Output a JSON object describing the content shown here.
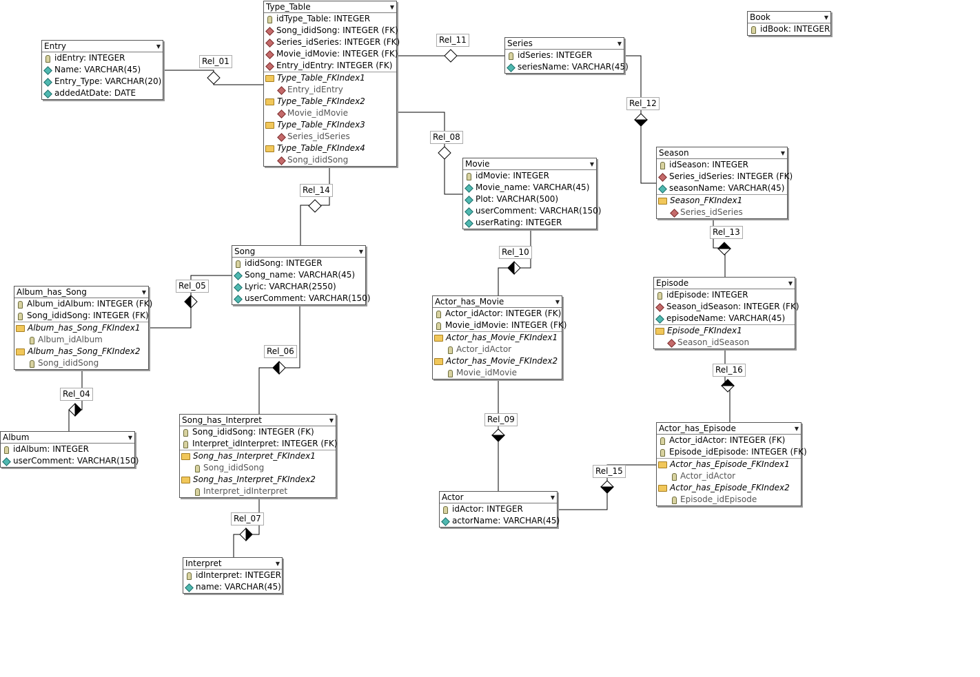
{
  "tables": {
    "type_table": {
      "name": "Type_Table",
      "columns": [
        {
          "icon": "key-icon",
          "text": "idType_Table: INTEGER"
        },
        {
          "icon": "fk-diamond-icon",
          "text": "Song_ididSong: INTEGER (FK)"
        },
        {
          "icon": "fk-diamond-icon",
          "text": "Series_idSeries: INTEGER (FK)"
        },
        {
          "icon": "fk-diamond-icon",
          "text": "Movie_idMovie: INTEGER (FK)"
        },
        {
          "icon": "fk-diamond-icon",
          "text": "Entry_idEntry: INTEGER (FK)"
        }
      ],
      "indexes": [
        {
          "name": "Type_Table_FKIndex1",
          "column": "Entry_idEntry",
          "column_icon": "fk-diamond-icon"
        },
        {
          "name": "Type_Table_FKIndex2",
          "column": "Movie_idMovie",
          "column_icon": "fk-diamond-icon"
        },
        {
          "name": "Type_Table_FKIndex3",
          "column": "Series_idSeries",
          "column_icon": "fk-diamond-icon"
        },
        {
          "name": "Type_Table_FKIndex4",
          "column": "Song_ididSong",
          "column_icon": "fk-diamond-icon"
        }
      ]
    },
    "entry": {
      "name": "Entry",
      "columns": [
        {
          "icon": "key-icon",
          "text": "idEntry: INTEGER"
        },
        {
          "icon": "pk-diamond-icon",
          "text": "Name: VARCHAR(45)"
        },
        {
          "icon": "pk-diamond-icon",
          "text": "Entry_Type: VARCHAR(20)"
        },
        {
          "icon": "pk-diamond-icon",
          "text": "addedAtDate: DATE"
        }
      ],
      "indexes": []
    },
    "series": {
      "name": "Series",
      "columns": [
        {
          "icon": "key-icon",
          "text": "idSeries: INTEGER"
        },
        {
          "icon": "pk-diamond-icon",
          "text": "seriesName: VARCHAR(45)"
        }
      ],
      "indexes": []
    },
    "book": {
      "name": "Book",
      "columns": [
        {
          "icon": "key-icon",
          "text": "idBook: INTEGER"
        }
      ],
      "indexes": []
    },
    "season": {
      "name": "Season",
      "columns": [
        {
          "icon": "key-icon",
          "text": "idSeason: INTEGER"
        },
        {
          "icon": "fk-diamond-icon",
          "text": "Series_idSeries: INTEGER (FK)"
        },
        {
          "icon": "pk-diamond-icon",
          "text": "seasonName: VARCHAR(45)"
        }
      ],
      "indexes": [
        {
          "name": "Season_FKIndex1",
          "column": "Series_idSeries",
          "column_icon": "fk-diamond-icon"
        }
      ]
    },
    "movie": {
      "name": "Movie",
      "columns": [
        {
          "icon": "key-icon",
          "text": "idMovie: INTEGER"
        },
        {
          "icon": "pk-diamond-icon",
          "text": "Movie_name: VARCHAR(45)"
        },
        {
          "icon": "pk-diamond-icon",
          "text": "Plot: VARCHAR(500)"
        },
        {
          "icon": "pk-diamond-icon",
          "text": "userComment: VARCHAR(150)"
        },
        {
          "icon": "pk-diamond-icon",
          "text": "userRating: INTEGER"
        }
      ],
      "indexes": []
    },
    "song": {
      "name": "Song",
      "columns": [
        {
          "icon": "key-icon",
          "text": "ididSong: INTEGER"
        },
        {
          "icon": "pk-diamond-icon",
          "text": "Song_name: VARCHAR(45)"
        },
        {
          "icon": "pk-diamond-icon",
          "text": "Lyric: VARCHAR(2550)"
        },
        {
          "icon": "pk-diamond-icon",
          "text": "userComment: VARCHAR(150)"
        }
      ],
      "indexes": []
    },
    "album_has_song": {
      "name": "Album_has_Song",
      "columns": [
        {
          "icon": "key-icon",
          "text": "Album_idAlbum: INTEGER (FK)"
        },
        {
          "icon": "key-icon",
          "text": "Song_ididSong: INTEGER (FK)"
        }
      ],
      "indexes": [
        {
          "name": "Album_has_Song_FKIndex1",
          "column": "Album_idAlbum",
          "column_icon": "key-icon"
        },
        {
          "name": "Album_has_Song_FKIndex2",
          "column": "Song_ididSong",
          "column_icon": "key-icon"
        }
      ]
    },
    "episode": {
      "name": "Episode",
      "columns": [
        {
          "icon": "key-icon",
          "text": "idEpisode: INTEGER"
        },
        {
          "icon": "fk-diamond-icon",
          "text": "Season_idSeason: INTEGER (FK)"
        },
        {
          "icon": "pk-diamond-icon",
          "text": "episodeName: VARCHAR(45)"
        }
      ],
      "indexes": [
        {
          "name": "Episode_FKIndex1",
          "column": "Season_idSeason",
          "column_icon": "fk-diamond-icon"
        }
      ]
    },
    "actor_has_movie": {
      "name": "Actor_has_Movie",
      "columns": [
        {
          "icon": "key-icon",
          "text": "Actor_idActor: INTEGER (FK)"
        },
        {
          "icon": "key-icon",
          "text": "Movie_idMovie: INTEGER (FK)"
        }
      ],
      "indexes": [
        {
          "name": "Actor_has_Movie_FKIndex1",
          "column": "Actor_idActor",
          "column_icon": "key-icon"
        },
        {
          "name": "Actor_has_Movie_FKIndex2",
          "column": "Movie_idMovie",
          "column_icon": "key-icon"
        }
      ]
    },
    "album": {
      "name": "Album",
      "columns": [
        {
          "icon": "key-icon",
          "text": "idAlbum: INTEGER"
        },
        {
          "icon": "pk-diamond-icon",
          "text": "userComment: VARCHAR(150)"
        }
      ],
      "indexes": []
    },
    "song_has_interpret": {
      "name": "Song_has_Interpret",
      "columns": [
        {
          "icon": "key-icon",
          "text": "Song_ididSong: INTEGER (FK)"
        },
        {
          "icon": "key-icon",
          "text": "Interpret_idInterpret: INTEGER (FK)"
        }
      ],
      "indexes": [
        {
          "name": "Song_has_Interpret_FKIndex1",
          "column": "Song_ididSong",
          "column_icon": "key-icon"
        },
        {
          "name": "Song_has_Interpret_FKIndex2",
          "column": "Interpret_idInterpret",
          "column_icon": "key-icon"
        }
      ]
    },
    "actor_has_episode": {
      "name": "Actor_has_Episode",
      "columns": [
        {
          "icon": "key-icon",
          "text": "Actor_idActor: INTEGER (FK)"
        },
        {
          "icon": "key-icon",
          "text": "Episode_idEpisode: INTEGER (FK)"
        }
      ],
      "indexes": [
        {
          "name": "Actor_has_Episode_FKIndex1",
          "column": "Actor_idActor",
          "column_icon": "key-icon"
        },
        {
          "name": "Actor_has_Episode_FKIndex2",
          "column": "Episode_idEpisode",
          "column_icon": "key-icon"
        }
      ]
    },
    "actor": {
      "name": "Actor",
      "columns": [
        {
          "icon": "key-icon",
          "text": "idActor: INTEGER"
        },
        {
          "icon": "pk-diamond-icon",
          "text": "actorName: VARCHAR(45)"
        }
      ],
      "indexes": []
    },
    "interpret": {
      "name": "Interpret",
      "columns": [
        {
          "icon": "key-icon",
          "text": "idInterpret: INTEGER"
        },
        {
          "icon": "pk-diamond-icon",
          "text": "name: VARCHAR(45)"
        }
      ],
      "indexes": []
    }
  },
  "relations": {
    "rel_01": {
      "label": "Rel_01",
      "marker": "hollow-diamond"
    },
    "rel_04": {
      "label": "Rel_04",
      "marker": "half-filled-diamond"
    },
    "rel_05": {
      "label": "Rel_05",
      "marker": "half-filled-diamond"
    },
    "rel_06": {
      "label": "Rel_06",
      "marker": "half-filled-diamond"
    },
    "rel_07": {
      "label": "Rel_07",
      "marker": "half-filled-diamond"
    },
    "rel_08": {
      "label": "Rel_08",
      "marker": "hollow-diamond"
    },
    "rel_09": {
      "label": "Rel_09",
      "marker": "half-filled-diamond"
    },
    "rel_10": {
      "label": "Rel_10",
      "marker": "half-filled-diamond"
    },
    "rel_11": {
      "label": "Rel_11",
      "marker": "hollow-diamond"
    },
    "rel_12": {
      "label": "Rel_12",
      "marker": "half-filled-diamond"
    },
    "rel_13": {
      "label": "Rel_13",
      "marker": "half-filled-diamond"
    },
    "rel_14": {
      "label": "Rel_14",
      "marker": "hollow-diamond"
    },
    "rel_15": {
      "label": "Rel_15",
      "marker": "half-filled-diamond"
    },
    "rel_16": {
      "label": "Rel_16",
      "marker": "half-filled-diamond"
    }
  }
}
